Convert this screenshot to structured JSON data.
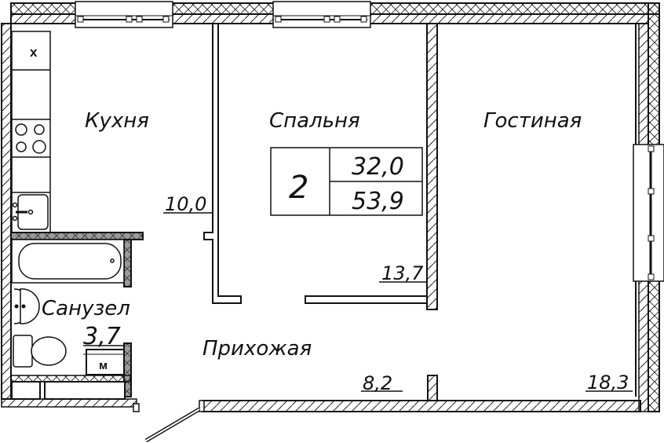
{
  "plan": {
    "apartment": {
      "rooms_count": "2",
      "living_area": "32,0",
      "total_area": "53,9"
    },
    "rooms": [
      {
        "name": "Кухня",
        "area": "10,0"
      },
      {
        "name": "Спальня",
        "area": "13,7"
      },
      {
        "name": "Гостиная",
        "area": "18,3"
      },
      {
        "name": "Санузел",
        "area": "3,7"
      },
      {
        "name": "Прихожая",
        "area": "8,2"
      }
    ],
    "fixtures": {
      "sink_mark": "x",
      "washing_machine_mark": "м"
    },
    "colors": {
      "line": "#111111",
      "fill_gray": "#9a9a9a",
      "background": "#ffffff"
    }
  }
}
